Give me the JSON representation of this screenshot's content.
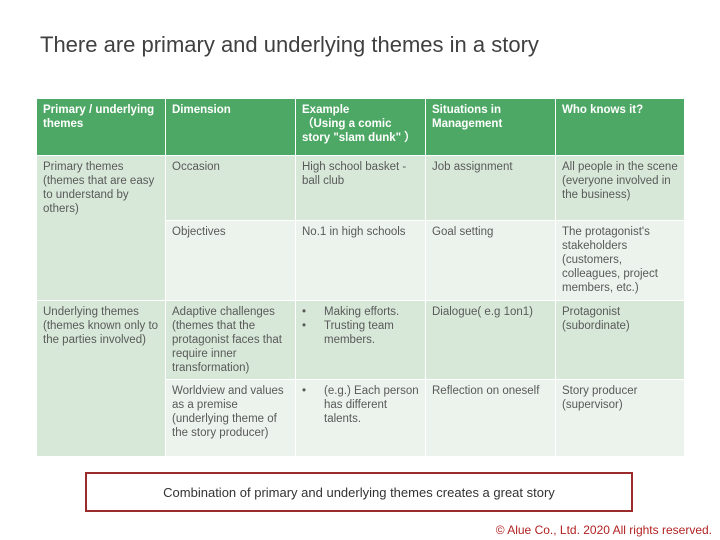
{
  "slide": {
    "title": "There are primary and underlying themes in a story",
    "headers": {
      "theme": "Primary / underlying themes",
      "dimension": "Dimension",
      "example_title": "Example",
      "example_sub": "（Using a comic story \"slam dunk\" ）",
      "situations": "Situations in Management",
      "who": "Who knows it?"
    },
    "rows": [
      {
        "theme": "Primary themes (themes that are easy to understand by others)",
        "dimension": "Occasion",
        "example": "High school basket - ball club",
        "situation": "Job assignment",
        "who": "All people in the scene (everyone involved in the business)"
      },
      {
        "dimension": "Objectives",
        "example": "No.1 in high schools",
        "situation": "Goal setting",
        "who": "The protagonist's stakeholders (customers, colleagues, project members, etc.)"
      },
      {
        "theme": "Underlying themes (themes known only to the parties involved)",
        "dimension": "Adaptive challenges (themes that the protagonist faces that require inner transformation)",
        "example_bullets": [
          "Making efforts.",
          "Trusting team members."
        ],
        "situation": "Dialogue( e.g 1on1)",
        "who": "Protagonist (subordinate)"
      },
      {
        "dimension": "Worldview and values as a premise (underlying theme of the story producer)",
        "example_bullets": [
          "(e.g.) Each person has different talents."
        ],
        "situation": "Reflection on oneself",
        "who": "Story producer (supervisor)"
      }
    ],
    "bullet_glyph": "•",
    "summary": "Combination of primary and underlying themes creates a great story",
    "copyright": "© Alue Co., Ltd.  2020  All rights reserved."
  }
}
